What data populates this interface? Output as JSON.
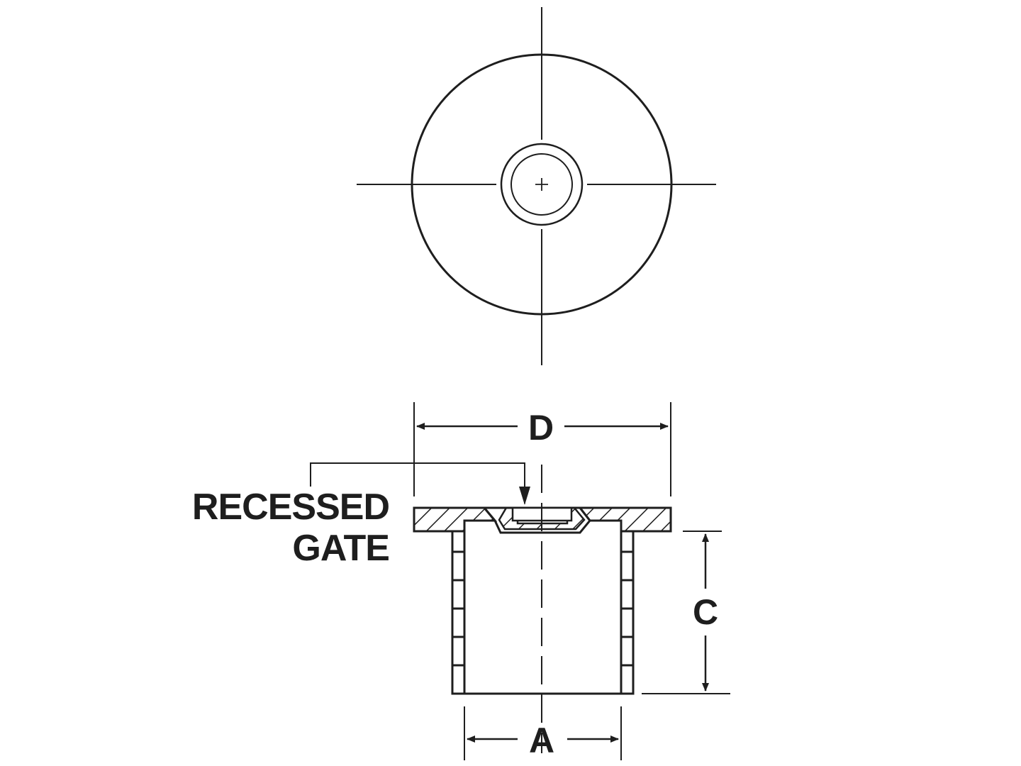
{
  "labels": {
    "callout_line1": "RECESSED",
    "callout_line2": "GATE",
    "dim_d": "D",
    "dim_a": "A",
    "dim_c": "C"
  },
  "colors": {
    "ink": "#1e1e1e",
    "paper": "#ffffff"
  }
}
